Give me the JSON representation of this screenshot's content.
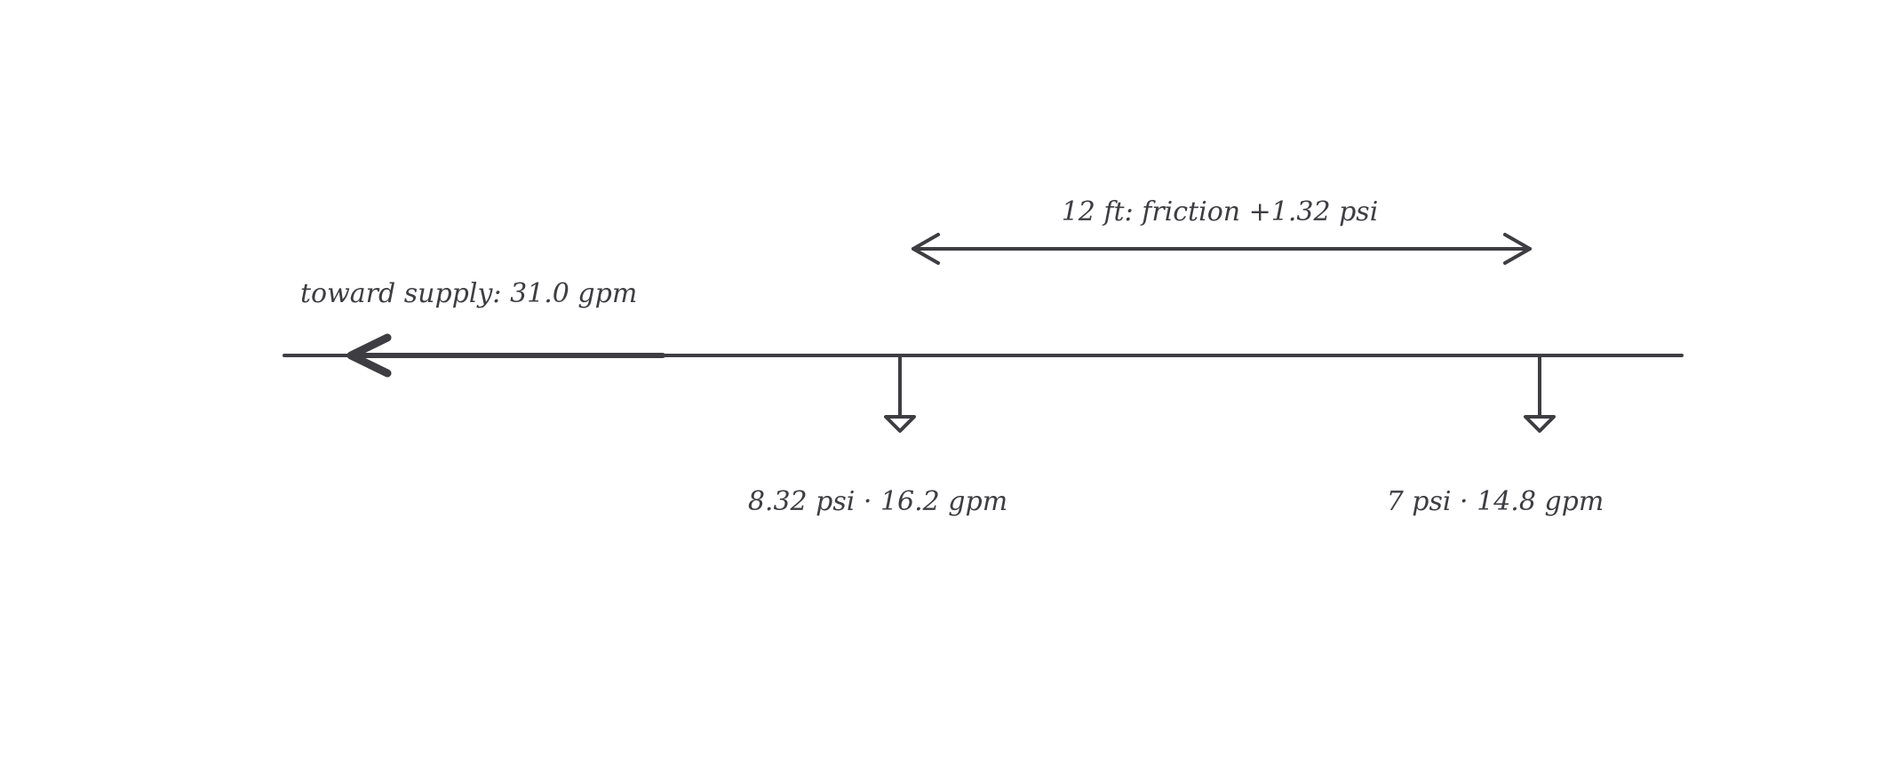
{
  "labels": {
    "flow_to_supply": "toward supply: 31.0 gpm",
    "segment_friction": "12 ft: friction +1.32 psi",
    "outlet_left": "8.32 psi · 16.2 gpm",
    "outlet_right": "7 psi · 14.8 gpm"
  },
  "colors": {
    "stroke": "#3d3d42",
    "background": "#ffffff"
  }
}
